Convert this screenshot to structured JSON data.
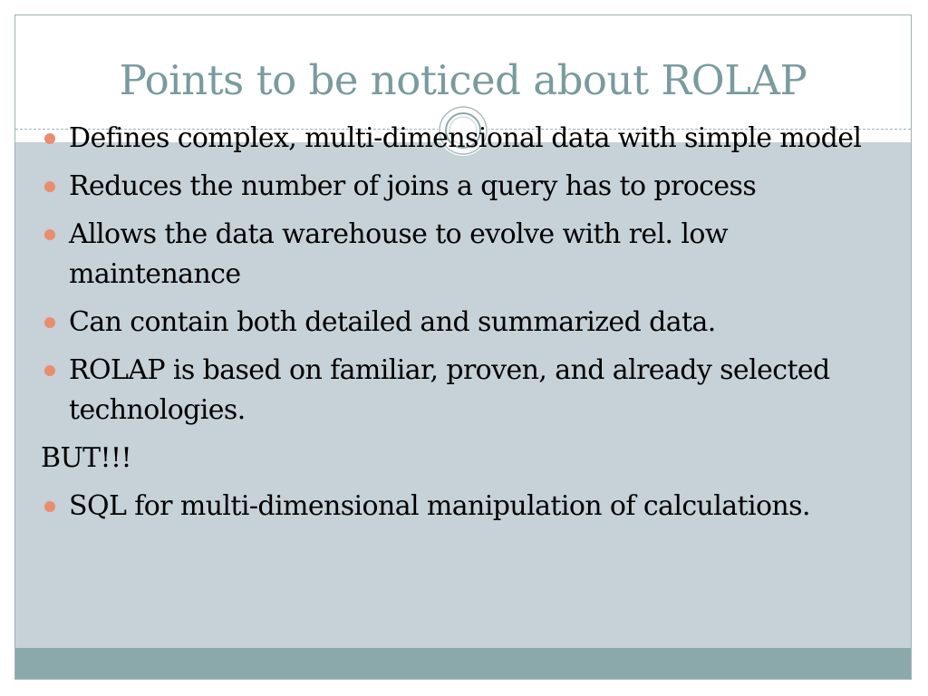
{
  "slide": {
    "title": "Points to be noticed about ROLAP",
    "colors": {
      "title": "#7a9b9e",
      "content_background": "#c6d1d8",
      "footer": "#8ba9aa",
      "bullet": "#e98d6e"
    },
    "bullets": [
      {
        "text": "Defines complex, multi-dimensional data with simple model",
        "marker": "bullet-dot-icon"
      },
      {
        "text": "Reduces the number of joins a query has to process",
        "marker": "bullet-dot-icon"
      },
      {
        "text": "Allows the data warehouse to evolve with rel. low maintenance",
        "marker": "bullet-dot-icon"
      },
      {
        "text": "Can contain both detailed and summarized data.",
        "marker": "bullet-dot-icon"
      },
      {
        "text": "ROLAP is based on familiar, proven, and already selected technologies.",
        "marker": "bullet-dot-icon"
      },
      {
        "text": "BUT!!!",
        "marker": "none"
      },
      {
        "text": "SQL for multi-dimensional manipulation of calculations.",
        "marker": "bullet-dot-icon"
      }
    ]
  }
}
